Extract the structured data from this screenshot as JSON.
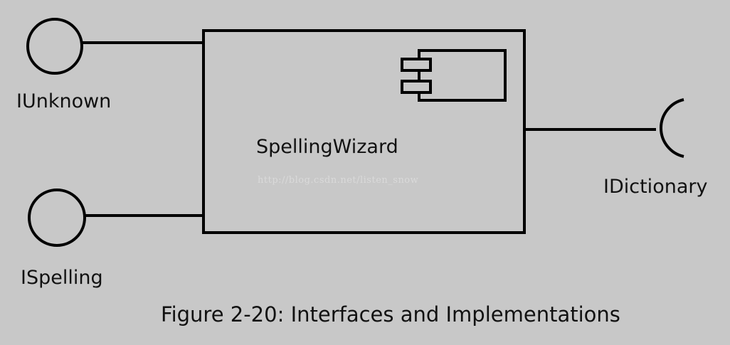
{
  "diagram": {
    "component": {
      "name": "SpellingWizard"
    },
    "provided_interfaces": [
      "IUnknown",
      "ISpelling"
    ],
    "required_interfaces": [
      "IDictionary"
    ],
    "caption": "Figure 2-20: Interfaces and Implementations",
    "watermark": "http://blog.csdn.net/listen_snow"
  },
  "colors": {
    "background": "#c8c8c8",
    "stroke": "#000000",
    "text": "#111111"
  }
}
